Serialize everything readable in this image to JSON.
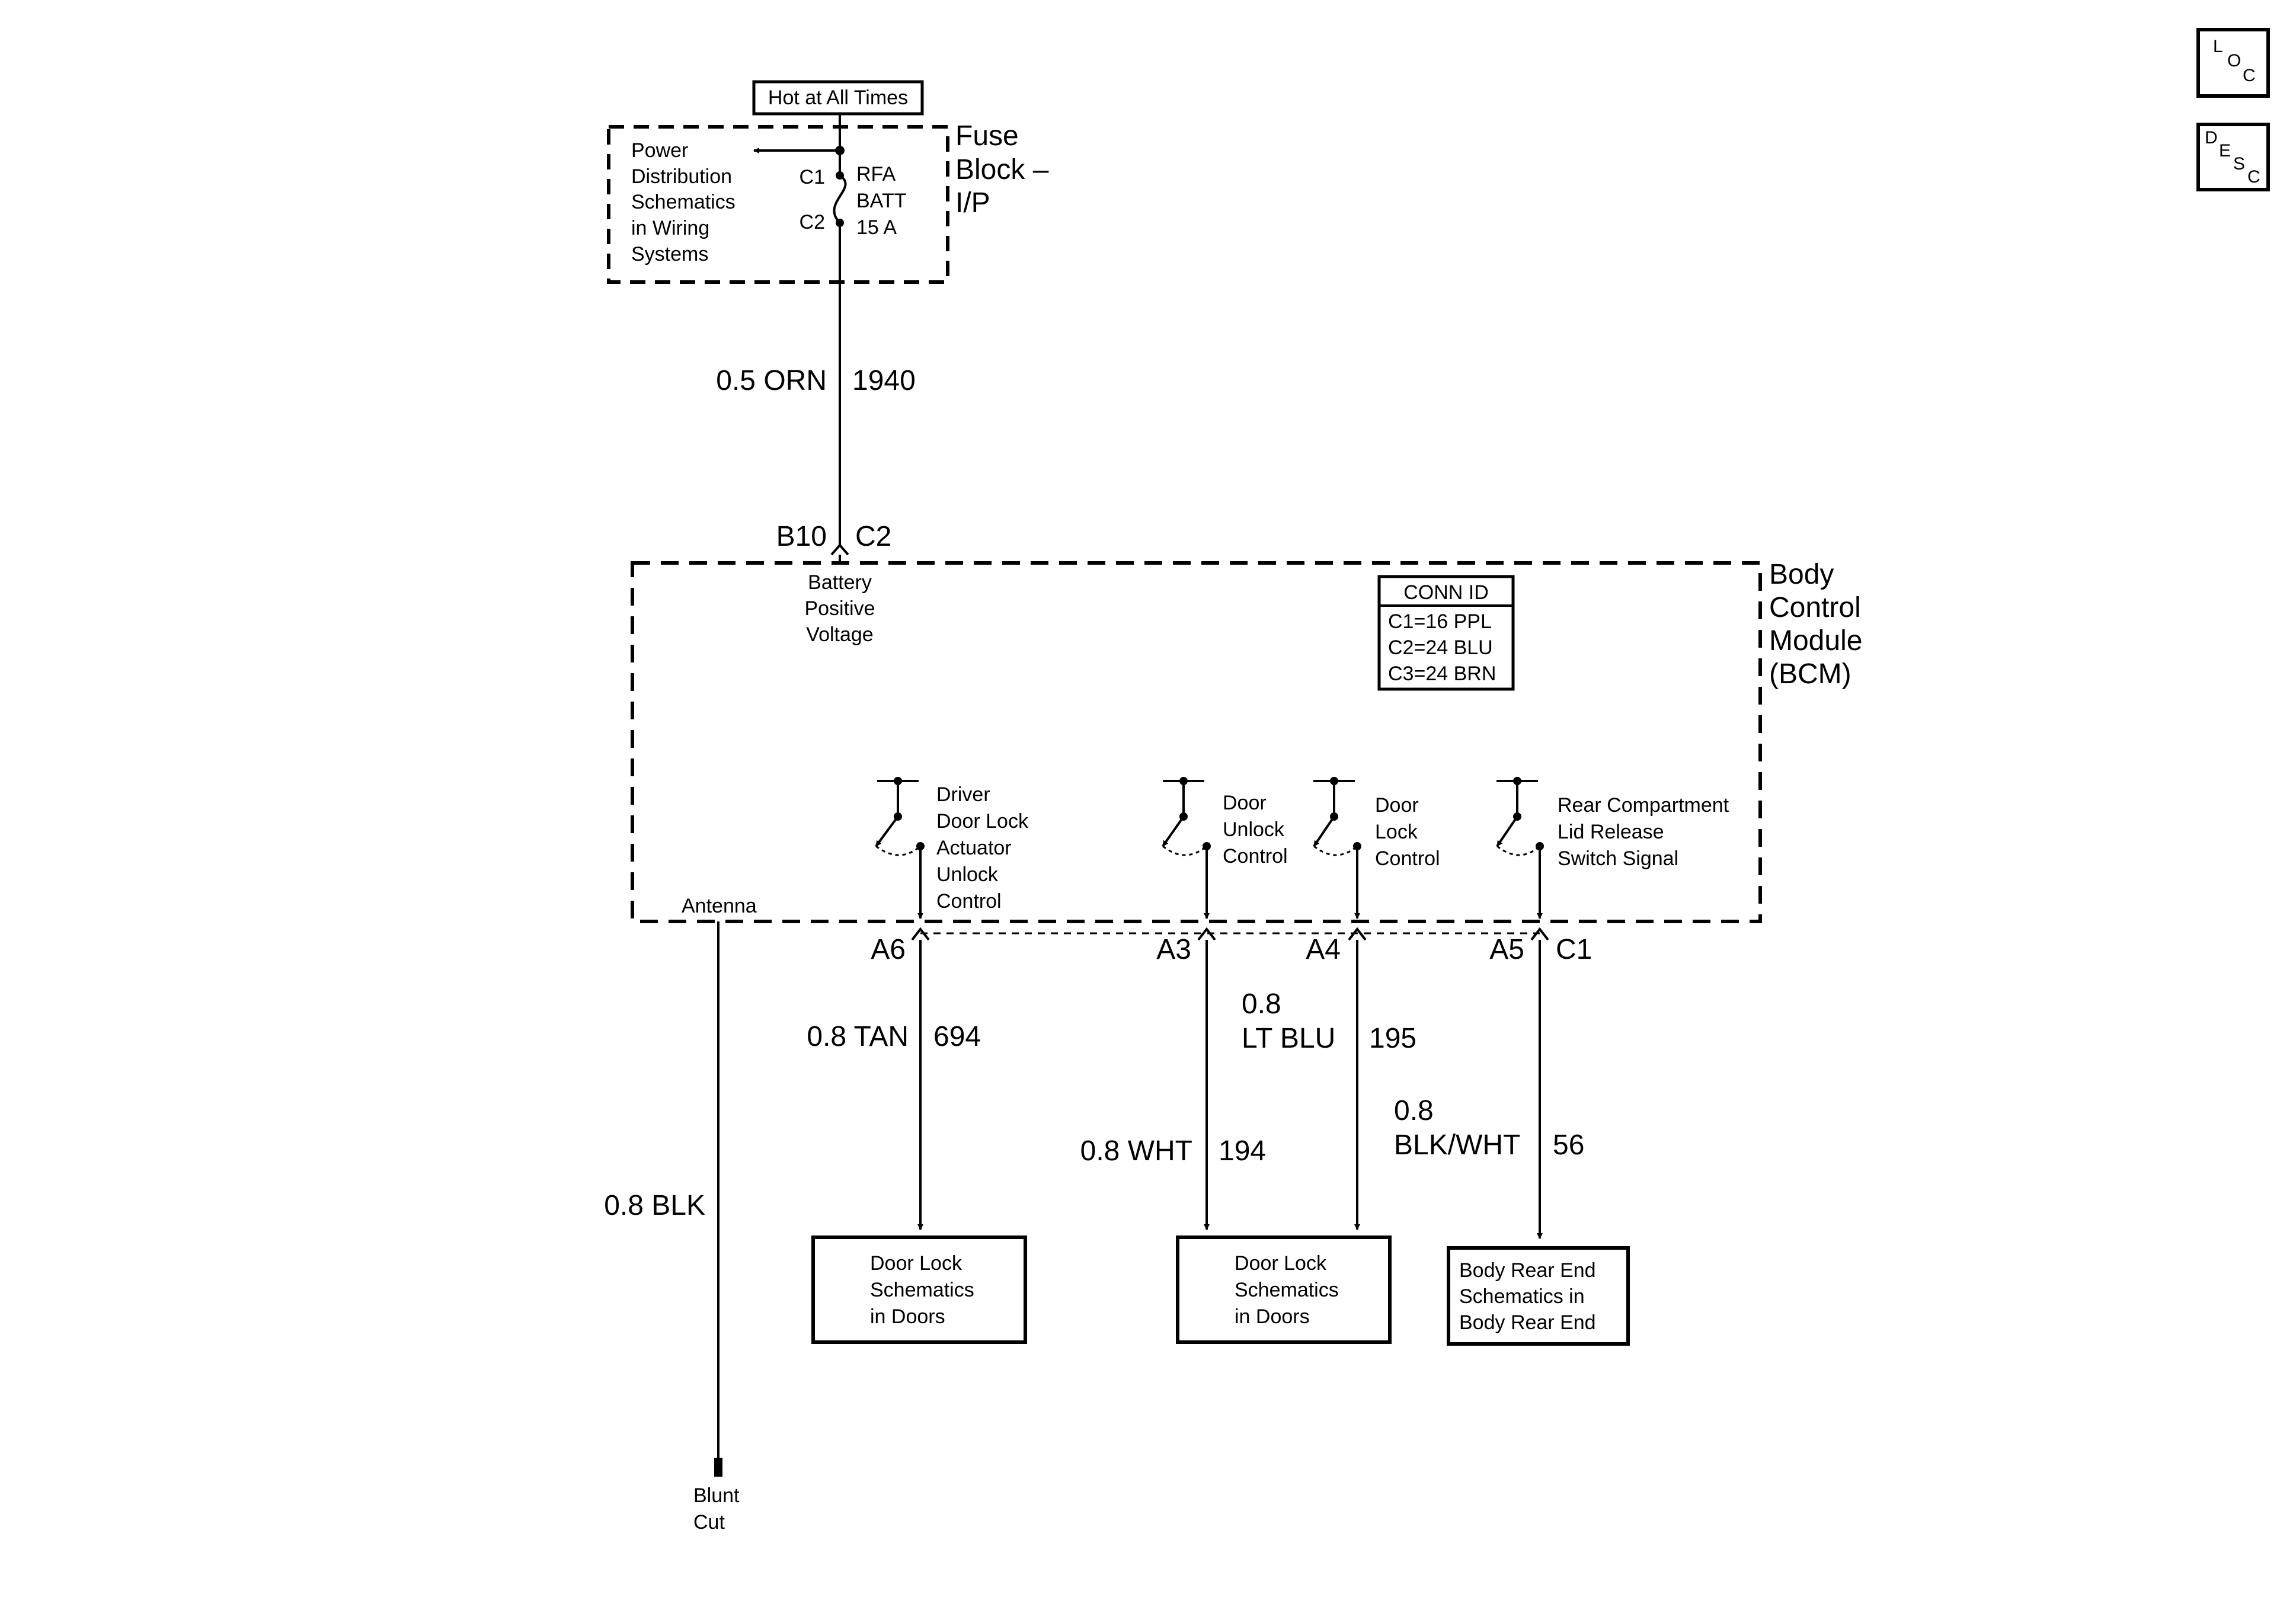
{
  "badges": {
    "loc": {
      "l1": "L",
      "l2": "O",
      "l3": "C"
    },
    "desc": {
      "l1": "D",
      "l2": "E",
      "l3": "S",
      "l4": "C"
    }
  },
  "hot_label": "Hot at All Times",
  "fuse_block": {
    "title": [
      "Fuse",
      "Block –",
      "I/P"
    ],
    "power_dist": [
      "Power",
      "Distribution",
      "Schematics",
      "in Wiring",
      "Systems"
    ],
    "c1": "C1",
    "c2": "C2",
    "fuse_label": [
      "RFA",
      "BATT",
      "15 A"
    ]
  },
  "wire_battery": {
    "gauge": "0.5 ORN",
    "circuit": "1940"
  },
  "connector_battery": {
    "pin": "B10",
    "conn": "C2"
  },
  "bcm": {
    "title": [
      "Body",
      "Control",
      "Module",
      "(BCM)"
    ],
    "battery_input": [
      "Battery",
      "Positive",
      "Voltage"
    ],
    "conn_id": {
      "header": "CONN ID",
      "rows": [
        "C1=16 PPL",
        "C2=24 BLU",
        "C3=24 BRN"
      ]
    },
    "antenna": "Antenna",
    "switches": [
      {
        "label": [
          "Driver",
          "Door Lock",
          "Actuator",
          "Unlock",
          "Control"
        ]
      },
      {
        "label": [
          "Door",
          "Unlock",
          "Control"
        ]
      },
      {
        "label": [
          "Door",
          "Lock",
          "Control"
        ]
      },
      {
        "label": [
          "Rear Compartment",
          "Lid Release",
          "Switch Signal"
        ]
      }
    ]
  },
  "outputs": [
    {
      "pin": "A6",
      "gauge": "0.8 TAN",
      "circuit": "694"
    },
    {
      "pin": "A3",
      "gauge": "0.8 WHT",
      "circuit": "194"
    },
    {
      "pin": "A4",
      "gauge": [
        "0.8",
        "LT BLU"
      ],
      "circuit": "195"
    },
    {
      "pin": "A5",
      "conn": "C1",
      "gauge": [
        "0.8",
        "BLK/WHT"
      ],
      "circuit": "56"
    }
  ],
  "antenna_wire": {
    "gauge": "0.8 BLK",
    "end": [
      "Blunt",
      "Cut"
    ]
  },
  "destinations": [
    {
      "label": [
        "Door Lock",
        "Schematics",
        "in Doors"
      ]
    },
    {
      "label": [
        "Door Lock",
        "Schematics",
        "in Doors"
      ]
    },
    {
      "label": [
        "Body Rear End",
        "Schematics in",
        "Body Rear End"
      ]
    }
  ]
}
